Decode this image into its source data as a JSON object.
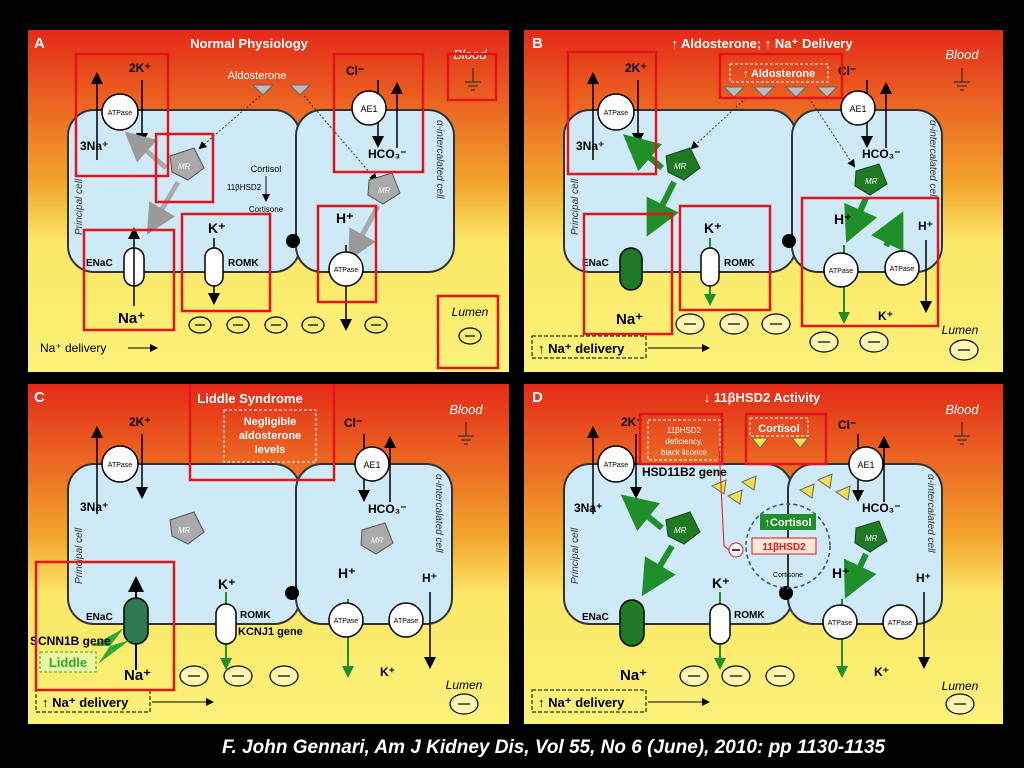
{
  "colors": {
    "background": "#000000",
    "panel_top": "#e42a18",
    "panel_bottom": "#fbf27a",
    "cell_fill": "#cfeaf7",
    "highlight_box": "#e5141b",
    "green": "#1f8f2a",
    "citation": "#ffffff"
  },
  "panels": [
    {
      "letter": "A",
      "title": "Normal Physiology",
      "blood": "Blood",
      "lumen": "Lumen",
      "delivery": "Na⁺ delivery",
      "aldosterone": "Aldosterone",
      "cortisol": "Cortisol",
      "hsd": "11βHSD2",
      "cortisone": "Cortisone"
    },
    {
      "letter": "B",
      "title": "↑ Aldosterone; ↑ Na⁺ Delivery",
      "blood": "Blood",
      "lumen": "Lumen",
      "delivery": "↑ Na⁺ delivery",
      "aldosterone_box": "↑ Aldosterone"
    },
    {
      "letter": "C",
      "title": "Liddle Syndrome",
      "blood": "Blood",
      "lumen": "Lumen",
      "delivery": "↑ Na⁺ delivery",
      "aldo_note": [
        "Negligible",
        "aldosterone",
        "levels"
      ],
      "liddle": "Liddle",
      "scnn1b": "SCNN1B gene",
      "kcnj1": "KCNJ1 gene"
    },
    {
      "letter": "D",
      "title": "↓ 11βHSD2 Activity",
      "blood": "Blood",
      "lumen": "Lumen",
      "delivery": "↑ Na⁺ delivery",
      "deficiency_note": [
        "11βHSD2",
        "deficiency,",
        "black licorice"
      ],
      "hsd11b2": "HSD11B2 gene",
      "cortisol_box": "Cortisol",
      "up_cortisol": "↑Cortisol",
      "hsd": "11βHSD2",
      "cortisone": "Cortisone"
    }
  ],
  "labels": {
    "two_k": "2K⁺",
    "three_na": "3Na⁺",
    "atpase": "ATPase",
    "ae1": "AE1",
    "cl": "Cl⁻",
    "hco3": "HCO₃⁻",
    "mr": "MR",
    "enac": "ENaC",
    "romk": "ROMK",
    "na": "Na⁺",
    "k": "K⁺",
    "h": "H⁺",
    "principal_cell": "Principal cell",
    "intercalated_cell": "α-intercalated cell"
  },
  "citation": "F. John Gennari, Am J Kidney Dis, Vol 55, No 6 (June), 2010: pp 1130-1135"
}
